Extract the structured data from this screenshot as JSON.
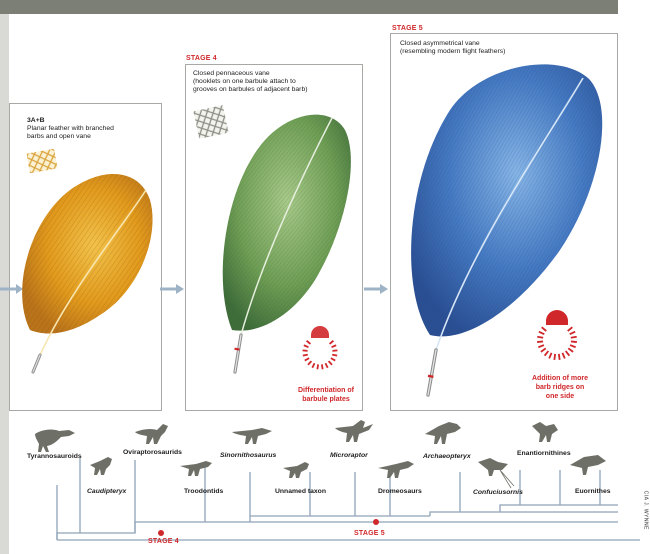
{
  "stages": {
    "s3": {
      "title": "3A+B",
      "desc_line1": "Planar feather with branched",
      "desc_line2": "barbs and open vane"
    },
    "s4": {
      "tag": "STAGE 4",
      "desc_line1": "Closed pennaceous vane",
      "desc_line2": "(hooklets on one barbule attach to",
      "desc_line3": "grooves on barbules of adjacent barb)",
      "note_line1": "Differentiation of",
      "note_line2": "barbule plates"
    },
    "s5": {
      "tag": "STAGE 5",
      "desc_line1": "Closed asymmetrical vane",
      "desc_line2": "(resembling modern flight feathers)",
      "note_line1": "Addition of more",
      "note_line2": "barb ridges on",
      "note_line3": "one side"
    }
  },
  "taxa": {
    "tyrannosauroids": "Tyrannosauroids",
    "oviraptorosaurids": "Oviraptorosaurids",
    "sinornithosaurus": "Sinornithosaurus",
    "microraptor": "Microraptor",
    "archaeopteryx": "Archaeopteryx",
    "enantiornithines": "Enantiornithines",
    "caudipteryx": "Caudipteryx",
    "troodontids": "Troodontids",
    "unnamed": "Unnamed taxon",
    "dromeosaurs": "Dromeosaurs",
    "confuciusornis": "Confuciusornis",
    "euornithes": "Euornithes"
  },
  "tree_markers": {
    "stage4": "STAGE 4",
    "stage5": "STAGE 5"
  },
  "credit": "CIA J. WYNNE",
  "colors": {
    "stage_red": "#d0272a",
    "feather_yellow": "#e6a21e",
    "feather_green": "#79a65a",
    "feather_blue": "#3f73bb",
    "arrow": "#9eb3c6"
  }
}
